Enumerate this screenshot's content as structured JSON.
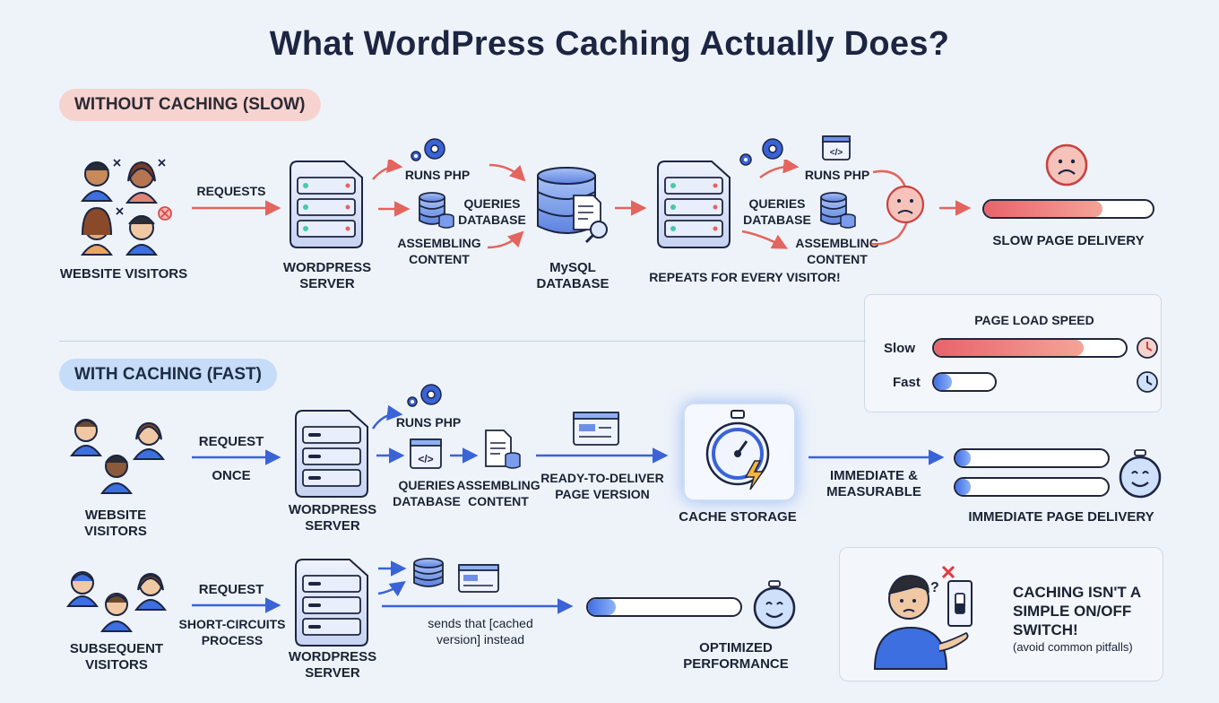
{
  "title": "What WordPress Caching Actually Does?",
  "without": {
    "heading": "WITHOUT CACHING (SLOW)",
    "visitors": "WEBSITE VISITORS",
    "requests": "REQUESTS",
    "server": [
      "WORDPRESS",
      "SERVER"
    ],
    "runs_php": "RUNS PHP",
    "queries": [
      "QUERIES",
      "DATABASE"
    ],
    "assembling": [
      "ASSEMBLING",
      "CONTENT"
    ],
    "database": [
      "MySQL",
      "DATABASE"
    ],
    "runs_php2": "RUNS PHP",
    "queries2": [
      "QUERIES",
      "DATABASE"
    ],
    "assembling2": [
      "ASSEMBLING",
      "CONTENT"
    ],
    "repeats": "REPEATS FOR EVERY VISITOR!",
    "delivery": "SLOW PAGE DELIVERY",
    "delivery_fill": 0.7
  },
  "legend": {
    "title": "PAGE LOAD SPEED",
    "slow": "Slow",
    "fast": "Fast",
    "slow_fill": 0.78,
    "fast_fill": 0.3
  },
  "with": {
    "heading": "WITH CACHING (FAST)",
    "visitors": [
      "WEBSITE",
      "VISITORS"
    ],
    "request": "REQUEST",
    "once": "ONCE",
    "server": [
      "WORDPRESS",
      "SERVER"
    ],
    "runs_php": "RUNS PHP",
    "queries": [
      "QUERIES",
      "DATABASE"
    ],
    "assembling": [
      "ASSEMBLING",
      "CONTENT"
    ],
    "ready": [
      "READY-TO-DELIVER",
      "PAGE VERSION"
    ],
    "cache": "CACHE STORAGE",
    "immediate": [
      "IMMEDIATE &",
      "MEASURABLE"
    ],
    "delivery": "IMMEDIATE PAGE DELIVERY",
    "delivery_fill": 0.1
  },
  "subsequent": {
    "visitors": [
      "SUBSEQUENT",
      "VISITORS"
    ],
    "request": "REQUEST",
    "short": [
      "SHORT-CIRCUITS",
      "PROCESS"
    ],
    "server": [
      "WORDPRESS",
      "SERVER"
    ],
    "sends": [
      "sends that [cached",
      "version] instead"
    ],
    "optimized": [
      "OPTIMIZED",
      "PERFORMANCE"
    ],
    "bar_fill": 0.18
  },
  "tip": {
    "line1": "CACHING ISN'T A",
    "line2": "SIMPLE ON/OFF",
    "line3": "SWITCH!",
    "note": "(avoid common pitfalls)"
  },
  "colors": {
    "red": "#e8636b",
    "blue": "#3f6ee6",
    "navy": "#1c2541",
    "server": "#dfe6f7"
  }
}
